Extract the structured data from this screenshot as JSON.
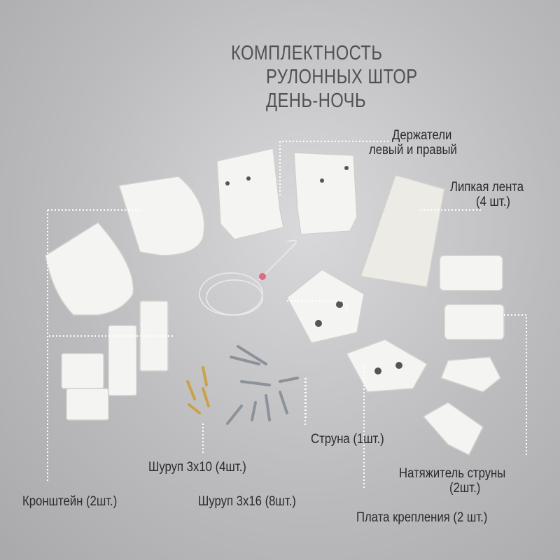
{
  "title": {
    "line1": "КОМПЛЕКТНОСТЬ",
    "line2": "РУЛОННЫХ ШТОР",
    "line3": "ДЕНЬ-НОЧЬ"
  },
  "labels": {
    "holders_1": "Держатели",
    "holders_2": "левый и правый",
    "tape_1": "Липкая лента",
    "tape_2": "(4 шт.)",
    "string": "Струна (1шт.)",
    "tensioner_1": "Натяжитель струны",
    "tensioner_2": "(2шт.)",
    "screw_3x10": "Шуруп 3х10 (4шт.)",
    "screw_3x16": "Шуруп 3х16 (8шт.)",
    "bracket": "Кронштейн (2шт.)",
    "plate": "Плата крепления (2 шт.)"
  }
}
